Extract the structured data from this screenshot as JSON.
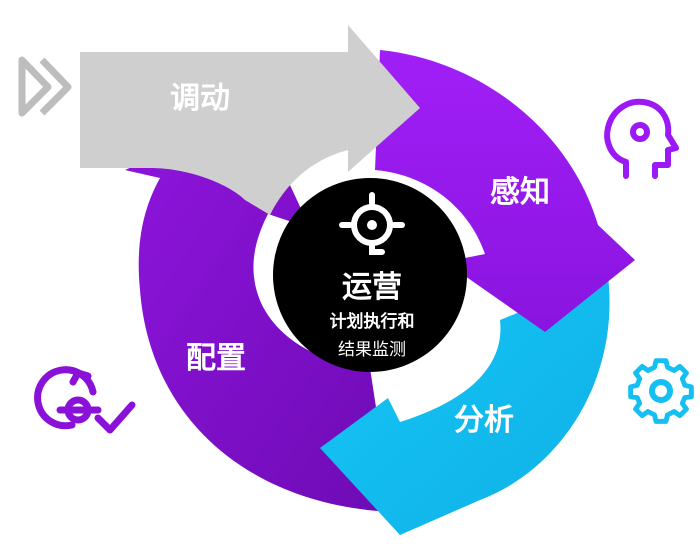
{
  "center": {
    "title": "运营",
    "line1": "计划执行和",
    "line2": "结果监测",
    "icon": "target-icon"
  },
  "stages": [
    {
      "id": "dispatch",
      "label": "调动",
      "color": "#cfcfcf",
      "icon": "fast-forward-icon",
      "icon_color": "#bdbdbd"
    },
    {
      "id": "perceive",
      "label": "感知",
      "color": "#9b19f5",
      "icon": "head-icon",
      "icon_color": "#9b19f5"
    },
    {
      "id": "analyze",
      "label": "分析",
      "color": "#15bff2",
      "icon": "gear-icon",
      "icon_color": "#15bff2"
    },
    {
      "id": "configure",
      "label": "配置",
      "color": "#7d0fc7",
      "icon": "settings-check-icon",
      "icon_color": "#8a12d8"
    }
  ],
  "colors": {
    "label": "#ffffff",
    "center_bg": "#000000",
    "center_text": "#ffffff"
  }
}
